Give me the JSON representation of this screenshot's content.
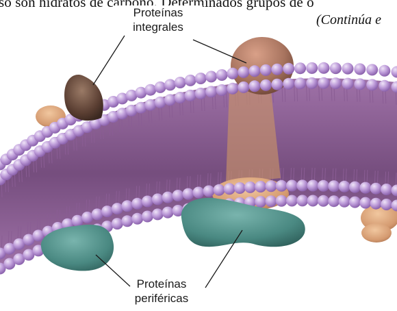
{
  "header": {
    "cut_line": "so son hidratos de carbono. Determinados grupos de o",
    "continues": "(Continúa e"
  },
  "labels": {
    "integral_line1": "Proteínas",
    "integral_line2": "integrales",
    "peripheral_line1": "Proteínas",
    "peripheral_line2": "periféricas"
  },
  "colors": {
    "lipid_head": "#b99ad6",
    "lipid_head_light": "#e6d8f3",
    "lipid_tail": "#8a5d94",
    "membrane_core": "#7a4c82",
    "integral_protein": "#a8745f",
    "integral_protein_dark": "#6b4a3b",
    "peripheral_protein": "#4d8f88",
    "peripheral_tan": "#d9a67a"
  },
  "icons": {
    "integral_protein_shapes": "protein-blob-icon",
    "peripheral_protein_shapes": "protein-blob-icon"
  }
}
